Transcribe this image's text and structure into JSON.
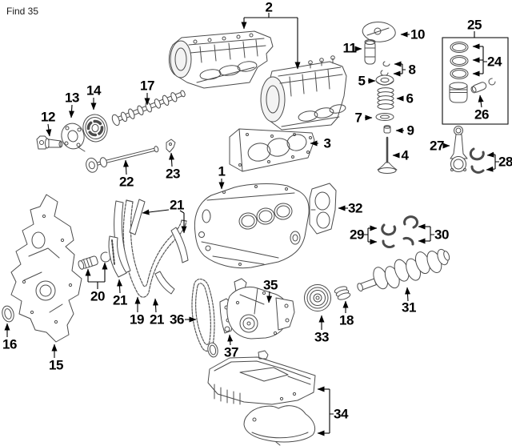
{
  "header": {
    "find_label": "Find 35"
  },
  "diagram": {
    "kind": "engine-exploded-parts-diagram",
    "ink_color": "#454545",
    "label_color": "#000000",
    "background": "#ffffff"
  },
  "callouts": {
    "c1": "1",
    "c2": "2",
    "c3": "3",
    "c4": "4",
    "c5": "5",
    "c6": "6",
    "c7": "7",
    "c8": "8",
    "c9": "9",
    "c10": "10",
    "c11": "11",
    "c12": "12",
    "c13": "13",
    "c14": "14",
    "c15": "15",
    "c16": "16",
    "c17": "17",
    "c18": "18",
    "c19": "19",
    "c20": "20",
    "c21a": "21",
    "c21b": "21",
    "c21c": "21",
    "c22": "22",
    "c23": "23",
    "c24": "24",
    "c25": "25",
    "c26": "26",
    "c27": "27",
    "c28": "28",
    "c29": "29",
    "c30": "30",
    "c31": "31",
    "c32": "32",
    "c33": "33",
    "c34": "34",
    "c35": "35",
    "c36": "36",
    "c37": "37"
  }
}
